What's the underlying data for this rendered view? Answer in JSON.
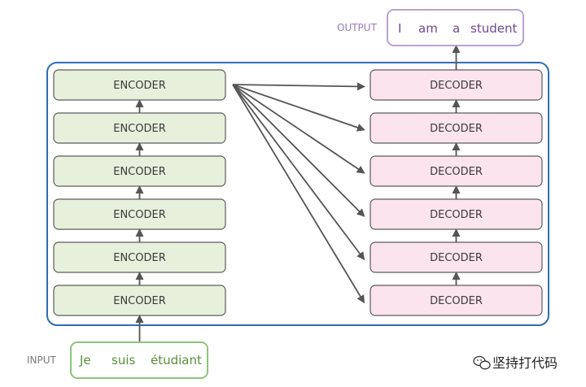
{
  "encoders": [
    "ENCODER",
    "ENCODER",
    "ENCODER",
    "ENCODER",
    "ENCODER",
    "ENCODER"
  ],
  "decoders": [
    "DECODER",
    "DECODER",
    "DECODER",
    "DECODER",
    "DECODER",
    "DECODER"
  ],
  "input": {
    "label": "INPUT",
    "tokens": [
      "Je",
      "suis",
      "étudiant"
    ]
  },
  "output": {
    "label": "OUTPUT",
    "tokens": [
      "I",
      "am",
      "a",
      "student"
    ]
  },
  "watermark": {
    "text": "坚持打代码"
  },
  "colors": {
    "stack_border": "#2f6db5",
    "encoder_fill": "#e6f0db",
    "encoder_stroke": "#5c5c5c",
    "decoder_fill": "#fbe4ee",
    "decoder_stroke": "#5c5c5c",
    "input_border": "#8cc57a",
    "output_border": "#b9a1d6",
    "arrow": "#555555",
    "side_input": "#7a7a7a",
    "side_output": "#9a7ab8"
  }
}
